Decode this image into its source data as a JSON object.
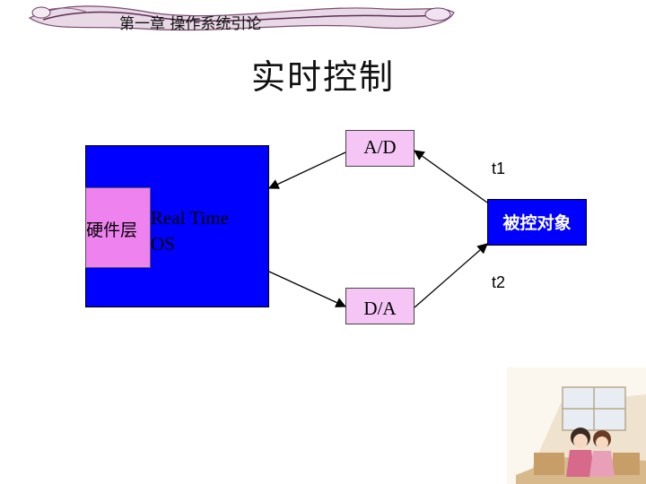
{
  "header": {
    "chapter_title": "第一章  操作系统引论"
  },
  "slide": {
    "title": "实时控制"
  },
  "diagram": {
    "os_box": {
      "hardware_label": "硬件层",
      "os_label_line1": "Real Time",
      "os_label_line2": "OS"
    },
    "ad_converter": "A/D",
    "da_converter": "D/A",
    "plant": "被控对象",
    "t1": "t1",
    "t2": "t2"
  },
  "colors": {
    "blue": "#0000ff",
    "pink": "#ee82ee",
    "light_pink": "#f5c6f5"
  }
}
